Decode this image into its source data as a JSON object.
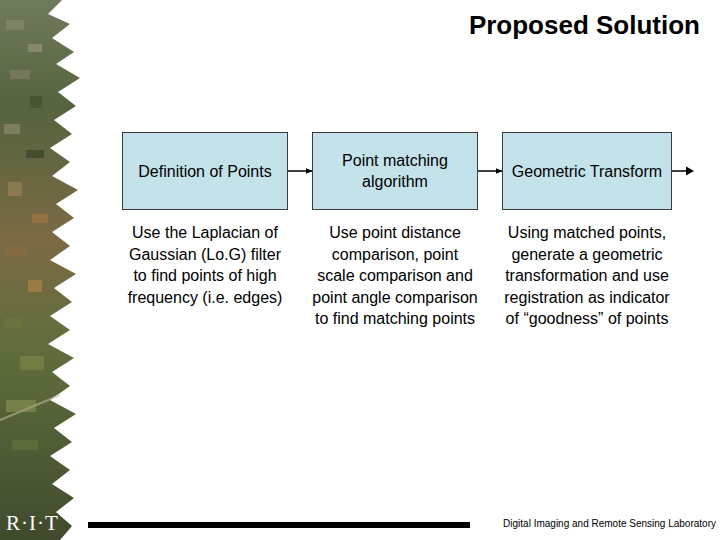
{
  "diagram": {
    "title": "Proposed Solution",
    "nodes": [
      {
        "text": [
          "Definition of Points"
        ]
      },
      {
        "text": [
          "Point matching algorithm"
        ]
      },
      {
        "text": [
          "Geometric Transform"
        ]
      }
    ],
    "edges": [
      {
        "from": 0,
        "to": 1,
        "arrow": "to"
      },
      {
        "from": 1,
        "to": 2,
        "arrow": "to"
      }
    ],
    "labels": [
      "Use the Laplacian of Gaussian (Lo.G) filter to find points of high frequency (i.e. edges)",
      "Use point distance comparison, point scale comparison and point angle comparison to find matching points",
      "Using matched points, generate a geometric transformation and use registration as indicator of “goodness” of points",
      "R·I·T",
      "Digital Imaging and Remote Sensing Laboratory"
    ]
  }
}
